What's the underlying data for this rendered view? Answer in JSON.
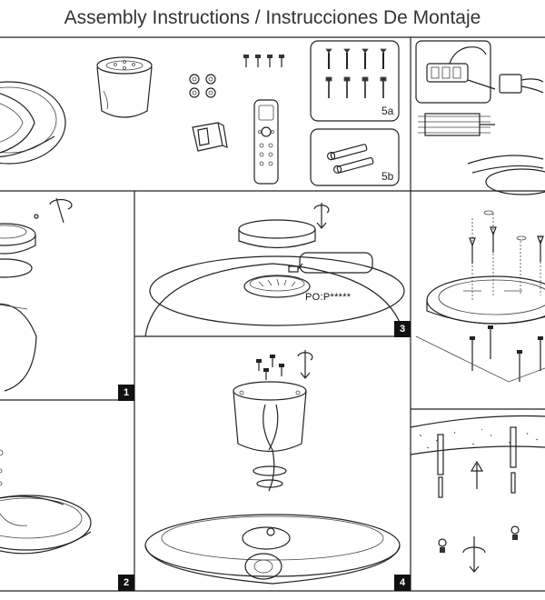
{
  "header": {
    "title": "Assembly Instructions / Instrucciones De Montaje"
  },
  "parts": {
    "label_5a": "5a",
    "label_5b": "5b"
  },
  "callouts": {
    "serial_label": "PO:P*****"
  },
  "steps": [
    {
      "number": "1"
    },
    {
      "number": "2"
    },
    {
      "number": "3"
    },
    {
      "number": "4"
    }
  ]
}
